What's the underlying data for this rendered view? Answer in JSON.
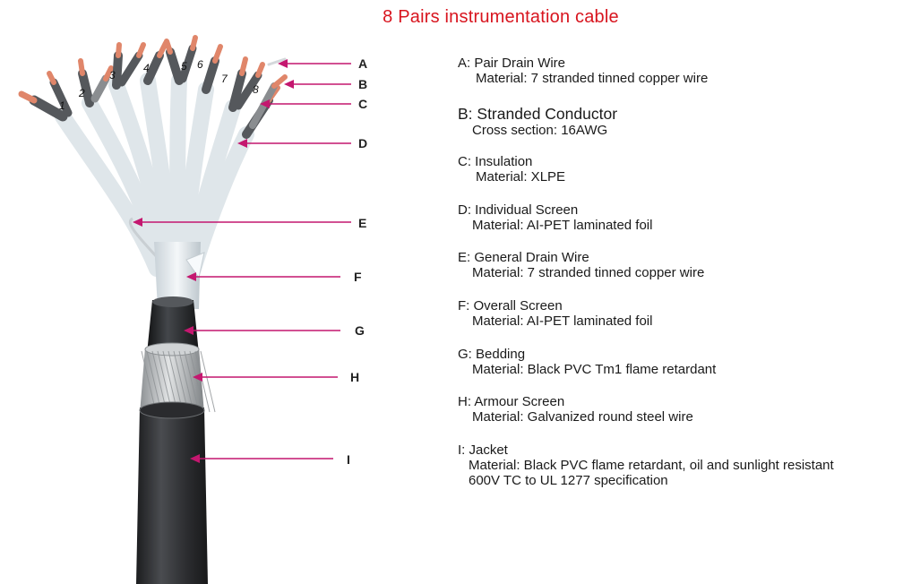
{
  "title": "8 Pairs instrumentation cable",
  "colors": {
    "title": "#d8141e",
    "arrow": "#c4176f",
    "copper": "#e0866a",
    "jacket": "#3b3d40",
    "armour": "#b9bcbe",
    "foil": "#e9eef1"
  },
  "pair_numbers": [
    "1",
    "2",
    "3",
    "4",
    "5",
    "6",
    "7",
    "8"
  ],
  "callouts": [
    {
      "letter": "A",
      "head": "A: Pair Drain Wire",
      "detail": "Material: 7 stranded tinned copper wire"
    },
    {
      "letter": "B",
      "head": "B: Stranded Conductor",
      "detail": "Cross section: 16AWG"
    },
    {
      "letter": "C",
      "head": "C: Insulation",
      "detail": "Material: XLPE"
    },
    {
      "letter": "D",
      "head": "D: Individual Screen",
      "detail": "Material: AI-PET laminated foil"
    },
    {
      "letter": "E",
      "head": "E: General Drain Wire",
      "detail": "Material: 7 stranded tinned copper wire"
    },
    {
      "letter": "F",
      "head": "F: Overall Screen",
      "detail": "Material: AI-PET laminated foil"
    },
    {
      "letter": "G",
      "head": "G: Bedding",
      "detail": "Material: Black PVC Tm1 flame retardant"
    },
    {
      "letter": "H",
      "head": "H: Armour Screen",
      "detail": "Material: Galvanized round steel wire"
    },
    {
      "letter": "I",
      "head": "I: Jacket",
      "detail": "Material: Black PVC flame retardant, oil and sunlight resistant",
      "detail2": "600V TC to UL 1277 specification"
    }
  ]
}
